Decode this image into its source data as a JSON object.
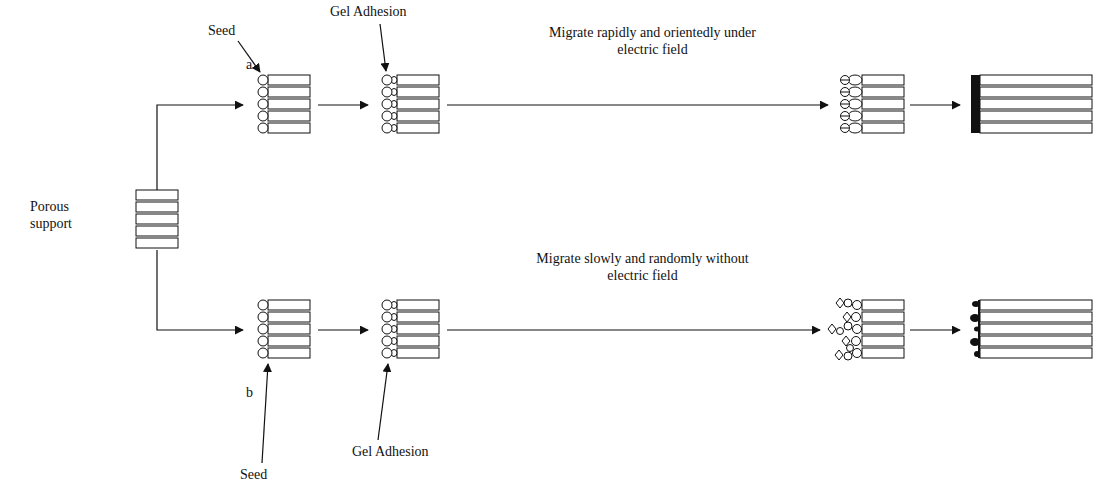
{
  "diagram": {
    "labels": [
      "Seed",
      "Gel Adhesion",
      "Migrate rapidly and orientedly under electric field",
      "a",
      "Porous support",
      "Migrate slowly and randomly without electric field",
      "b",
      "Gel Adhesion",
      "Seed"
    ]
  }
}
